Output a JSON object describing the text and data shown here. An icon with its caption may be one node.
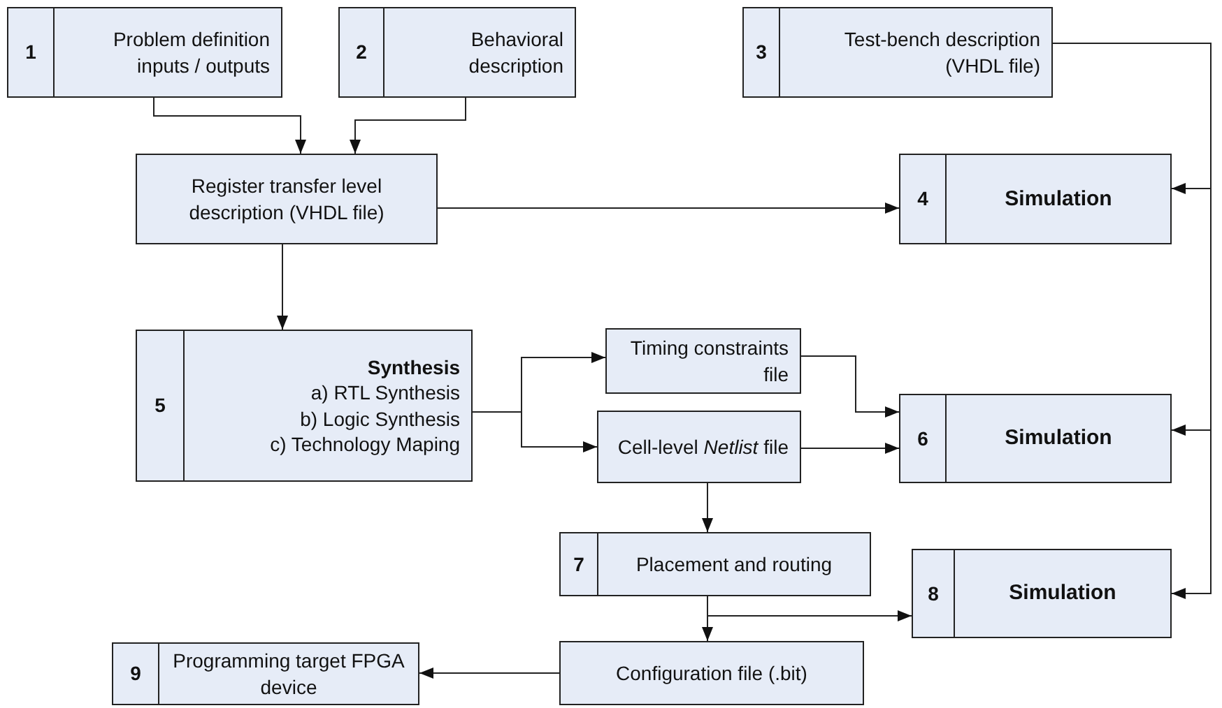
{
  "diagram": {
    "nodes": [
      {
        "text": [
          "1",
          "Problem definition inputs / outputs"
        ]
      },
      {
        "text": [
          "2",
          "Behavioral description"
        ]
      },
      {
        "text": [
          "3",
          "Test-bench description (VHDL file)"
        ]
      },
      {
        "text": [
          "Register transfer level description (VHDL file)"
        ]
      },
      {
        "text": [
          "4",
          "Simulation"
        ]
      },
      {
        "text": [
          "5",
          "Synthesis",
          "a) RTL Synthesis",
          "b) Logic Synthesis",
          "c) Technology Maping"
        ]
      },
      {
        "text": [
          "Timing constraints file"
        ]
      },
      {
        "text": [
          "Cell-level *Netlist* file"
        ]
      },
      {
        "text": [
          "6",
          "Simulation"
        ]
      },
      {
        "text": [
          "7",
          "Placement and routing"
        ]
      },
      {
        "text": [
          "8",
          "Simulation"
        ]
      },
      {
        "text": [
          "9",
          "Programming target FPGA device"
        ]
      },
      {
        "text": [
          "Configuration file (.bit)"
        ]
      }
    ],
    "edges": [
      {
        "from": 0,
        "to": 3,
        "arrow": "to"
      },
      {
        "from": 1,
        "to": 3,
        "arrow": "to"
      },
      {
        "from": 3,
        "to": 4,
        "arrow": "to"
      },
      {
        "from": 2,
        "to": 4,
        "arrow": "to"
      },
      {
        "from": 3,
        "to": 5,
        "arrow": "to"
      },
      {
        "from": 5,
        "to": 6,
        "arrow": "to"
      },
      {
        "from": 5,
        "to": 7,
        "arrow": "to"
      },
      {
        "from": 6,
        "to": 8,
        "arrow": "to"
      },
      {
        "from": 7,
        "to": 8,
        "arrow": "to"
      },
      {
        "from": 2,
        "to": 8,
        "arrow": "to"
      },
      {
        "from": 7,
        "to": 9,
        "arrow": "to"
      },
      {
        "from": 9,
        "to": 12,
        "arrow": "to"
      },
      {
        "from": 9,
        "to": 10,
        "arrow": "to"
      },
      {
        "from": 2,
        "to": 10,
        "arrow": "to"
      },
      {
        "from": 12,
        "to": 11,
        "arrow": "to"
      }
    ]
  }
}
